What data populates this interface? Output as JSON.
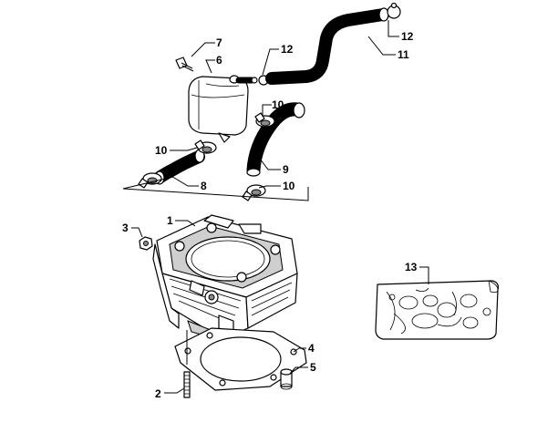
{
  "callouts": [
    {
      "id": "c1",
      "text": "1"
    },
    {
      "id": "c2",
      "text": "2"
    },
    {
      "id": "c3",
      "text": "3"
    },
    {
      "id": "c4",
      "text": "4"
    },
    {
      "id": "c5",
      "text": "5"
    },
    {
      "id": "c6",
      "text": "6"
    },
    {
      "id": "c7",
      "text": "7"
    },
    {
      "id": "c8",
      "text": "8"
    },
    {
      "id": "c9",
      "text": "9"
    },
    {
      "id": "c10a",
      "text": "10"
    },
    {
      "id": "c10b",
      "text": "10"
    },
    {
      "id": "c10c",
      "text": "10"
    },
    {
      "id": "c11",
      "text": "11"
    },
    {
      "id": "c12a",
      "text": "12"
    },
    {
      "id": "c12b",
      "text": "12"
    },
    {
      "id": "c13",
      "text": "13"
    }
  ]
}
